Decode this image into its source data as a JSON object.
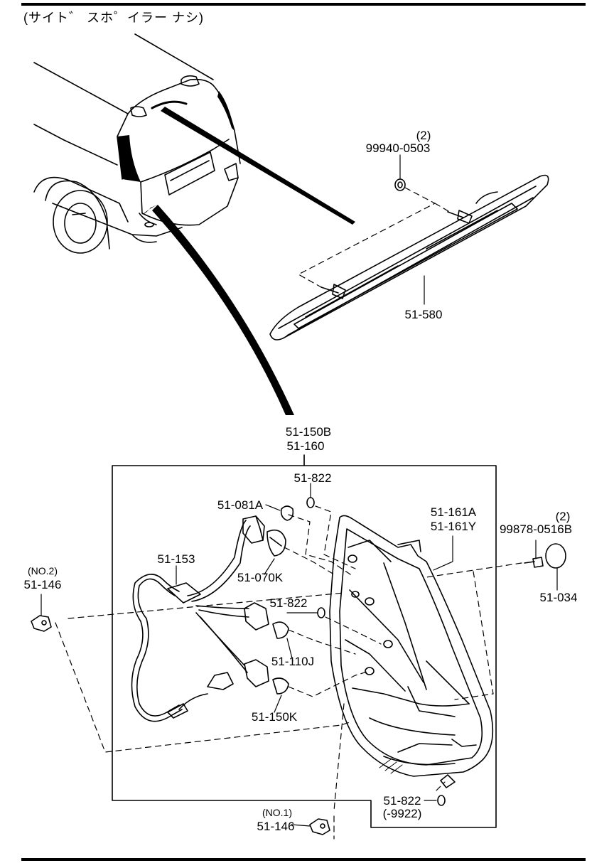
{
  "diagram": {
    "variant_note": "(サイト゛ スホ゜イラー ナシ)",
    "callouts": {
      "grommet_hi_mount": {
        "qty": "(2)",
        "part": "99940-0503"
      },
      "high_mount_lamp": "51-580",
      "rear_combination_lamp": [
        "51-150B",
        "51-160"
      ],
      "bulb_socket_a": "51-822",
      "socket": "51-081A",
      "lamp_body": [
        "51-161A",
        "51-161Y"
      ],
      "screw": {
        "qty": "(2)",
        "part": "99878-0516B"
      },
      "wiring_harness": "51-153",
      "bulb_070k": "51-070K",
      "cap": "51-034",
      "side_marker_no2": {
        "tag": "(NO.2)",
        "part": "51-146"
      },
      "bulb_socket_b": "51-822",
      "bulb_110j": "51-110J",
      "bulb_150k": "51-150K",
      "bulb_socket_c": {
        "part": "51-822",
        "range": "(-9922)"
      },
      "side_marker_no1": {
        "tag": "(NO.1)",
        "part": "51-146"
      }
    }
  }
}
